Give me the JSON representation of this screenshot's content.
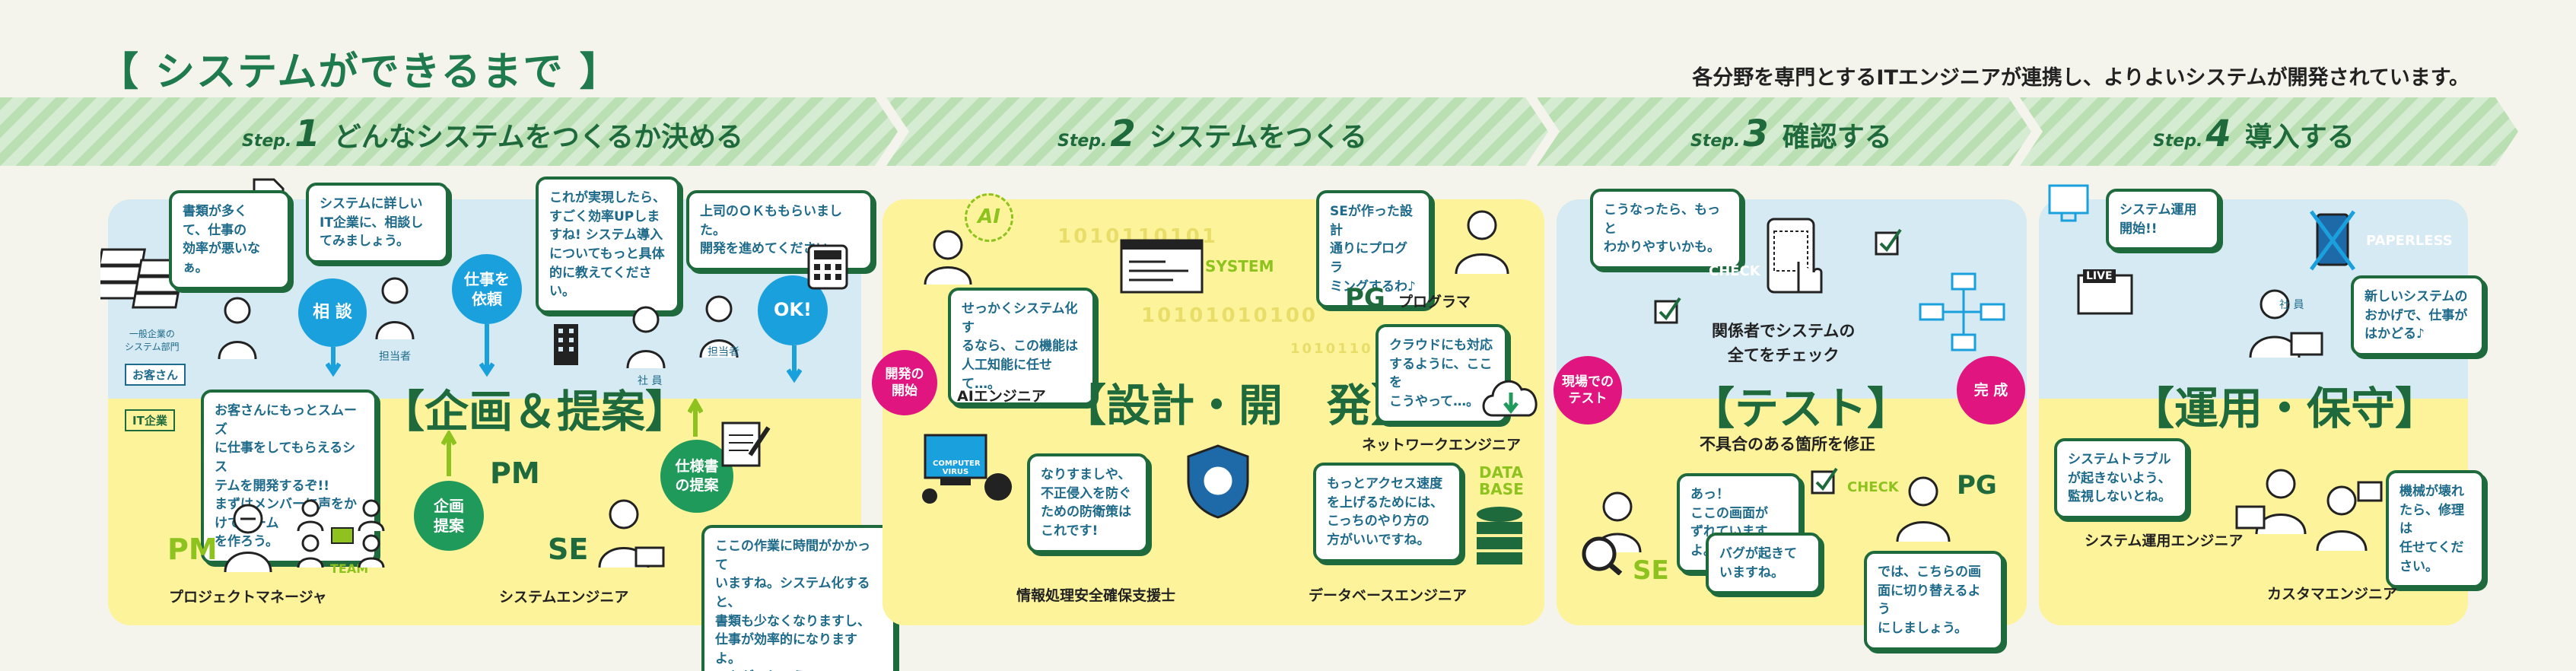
{
  "header": {
    "title": "【 システムができるまで 】",
    "subtitle": "各分野を専門とするITエンジニアが連携し、よりよいシステムが開発されています。"
  },
  "steps": [
    {
      "label": "Step.",
      "num": "1",
      "text": "どんなシステムをつくるか決める"
    },
    {
      "label": "Step.",
      "num": "2",
      "text": "システムをつくる"
    },
    {
      "label": "Step.",
      "num": "3",
      "text": "確認する"
    },
    {
      "label": "Step.",
      "num": "4",
      "text": "導入する"
    }
  ],
  "panel1": {
    "title": "【企画＆提案】",
    "bubble_customer": "書類が多く\nて、仕事の\n効率が悪いなぁ。",
    "bubble_sales": "システムに詳しい\nIT企業に、相談し\nてみましょう。",
    "bubble_realize": "これが実現したら、\nすごく効率UPしま\nすね! システム導入\nについてもっと具体\n的に教えてください。",
    "bubble_boss": "上司のＯＫももらいました。\n開発を進めてください。",
    "bubble_pm": "お客さんにもっとスムーズ\nに仕事をしてもらえるシス\nテムを開発するぞ!!\nまずはメンバーに声をかけてチーム\nを作ろう。",
    "bubble_se": "ここの作業に時間がかかって\nいますね。システム化すると、\n書類も少なくなりますし、\n仕事が効率的になりますよ。\nいかがでしょう?",
    "circle_consult": "相 談",
    "circle_request": "仕事を\n依頼",
    "circle_ok": "OK!",
    "circle_plan": "企画\n提案",
    "circle_spec": "仕様書\nの提案",
    "label_company_dept": "一般企業の\nシステム部門",
    "tag_customer": "お客さん",
    "tag_it": "IT企業",
    "label_tanto1": "担当者",
    "label_tanto2": "担当者",
    "label_shain": "社 員",
    "deco_pm1": "PM",
    "deco_pm2": "PM",
    "deco_se": "SE",
    "deco_team": "TEAM",
    "role_pm": "プロジェクトマネージャ",
    "role_se": "システムエンジニア"
  },
  "panel2": {
    "title": "【設計・開　発】",
    "circle_start": "開発の\n開始",
    "deco_ai": "AI",
    "deco_system": "SYSTEM",
    "deco_binary1": "1010110101",
    "deco_binary2": "10101010100",
    "deco_binary3": "1010110",
    "bubble_ai": "せっかくシステム化す\nるなら、この機能は\n人工知能に任せて…。",
    "role_ai": "AIエンジニア",
    "bubble_pg": "SEが作った設計\n通りにプログラ\nミングするわ♪",
    "deco_pg": "PG",
    "role_pg": "プログラマ",
    "bubble_net": "クラウドにも対応\nするように、ここを\nこうやって…。",
    "role_net": "ネットワークエンジニア",
    "bubble_sec": "なりすましや、\n不正侵入を防ぐ\nための防衛策は\nこれです!",
    "deco_virus": "COMPUTER\nVIRUS",
    "role_sec": "情報処理安全確保支援士",
    "bubble_db": "もっとアクセス速度\nを上げるためには、\nこっちのやり方の\n方がいいですね。",
    "deco_db": "DATA\nBASE",
    "role_db": "データベースエンジニア"
  },
  "panel3": {
    "title": "【テスト】",
    "circle_field": "現場での\nテスト",
    "circle_done": "完 成",
    "bubble_top": "こうなったら、もっと\nわかりやすいかも。",
    "deco_check1": "CHECK",
    "deco_check2": "CHECK",
    "text_allcheck": "関係者でシステムの\n全てをチェック",
    "text_fix": "不具合のある箇所を修正",
    "bubble_se_a": "あっ！\nここの画面が\nずれていますよ。",
    "bubble_se_b": "バグが起きて\nいますね。",
    "bubble_pg": "では、こちらの画\n面に切り替えるよう\nにしましょう。",
    "deco_se": "SE",
    "deco_pg": "PG"
  },
  "panel4": {
    "title": "【運用・保守】",
    "bubble_start": "システム運用\n開始!!",
    "deco_paperless": "PAPERLESS",
    "deco_live": "LIVE",
    "label_shain": "社 員",
    "bubble_thanks": "新しいシステムの\nおかげで、仕事が\nはかどる♪",
    "bubble_ops": "システムトラブル\nが起きないよう、\n監視しないとね。",
    "role_ops": "システム運用エンジニア",
    "bubble_ce": "機械が壊れ\nたら、修理は\n任せてくだ\nさい。",
    "role_ce": "カスタマエンジニア"
  },
  "colors": {
    "green": "#1f6a3c",
    "blue": "#1aa0dc",
    "pink": "#e0157f",
    "lightblue": "#cfe6f1",
    "yellow": "#fdf39a"
  }
}
